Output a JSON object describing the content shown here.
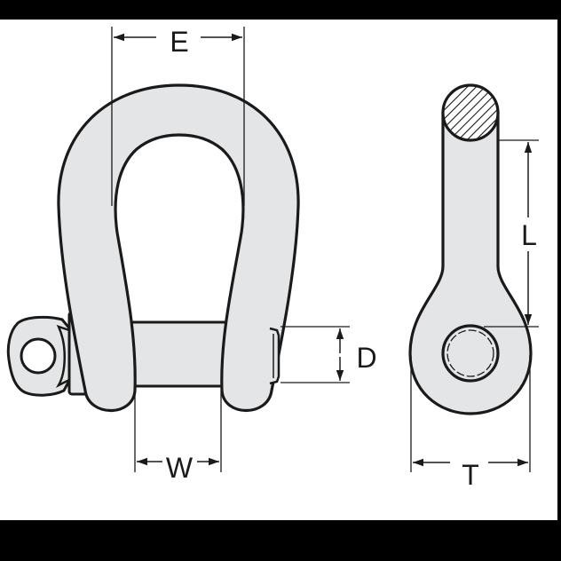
{
  "diagram": {
    "subject": "bow shackle with screw pin",
    "views": [
      {
        "name": "front-view",
        "label": "Front view of bow shackle"
      },
      {
        "name": "side-view",
        "label": "Side view of shackle"
      }
    ],
    "dimensions": {
      "E": "E",
      "W": "W",
      "D": "D",
      "L": "L",
      "T": "T"
    },
    "colors": {
      "frame": "#000000",
      "background": "#ffffff",
      "metal_fill": "#e4e5e7",
      "outline": "#1a1a1a"
    }
  }
}
